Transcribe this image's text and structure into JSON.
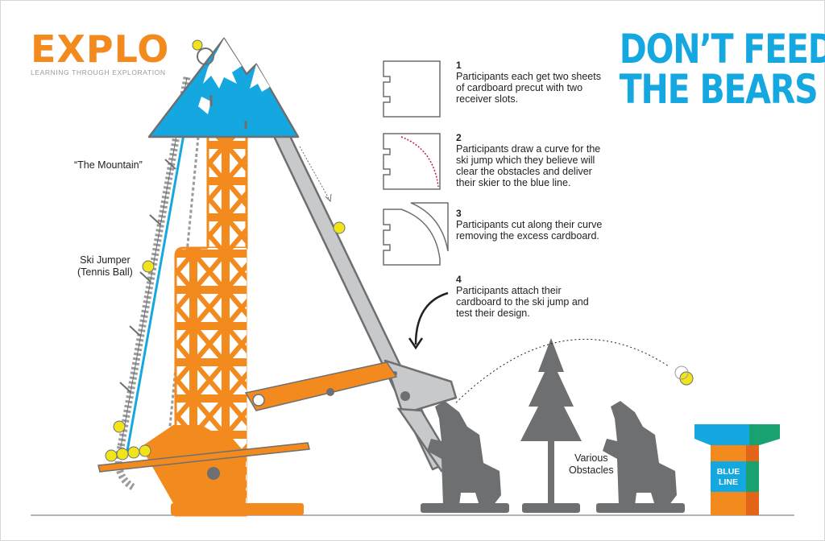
{
  "logo": {
    "word": "EXPLO",
    "tagline": "LEARNING THROUGH EXPLORATION"
  },
  "title": {
    "line1": "DON’T FEED",
    "line2": "THE BEARS"
  },
  "steps": [
    {
      "num": "1",
      "text": [
        "Participants each get two sheets",
        "of cardboard precut with two",
        "receiver slots."
      ]
    },
    {
      "num": "2",
      "text": [
        "Participants draw a curve for the",
        "ski jump which they believe will",
        "clear the obstacles and deliver",
        "their skier to the blue line."
      ]
    },
    {
      "num": "3",
      "text": [
        "Participants cut along their curve",
        "removing the excess cardboard."
      ]
    },
    {
      "num": "4",
      "text": [
        "Participants attach their",
        "cardboard to the ski jump and",
        "test their design."
      ]
    }
  ],
  "labels": {
    "mountain": "“The Mountain”",
    "ski_jumper_1": "Ski Jumper",
    "ski_jumper_2": "(Tennis Ball)",
    "obstacles_1": "Various",
    "obstacles_2": "Obstacles",
    "blue_line_1": "BLUE",
    "blue_line_2": "LINE"
  },
  "colors": {
    "orange": "#f28a1e",
    "blue": "#14a7e0",
    "gray": "#6e6f71",
    "light_gray": "#c8c9cb",
    "ball": "#f2e41a",
    "green": "#1aa170"
  }
}
